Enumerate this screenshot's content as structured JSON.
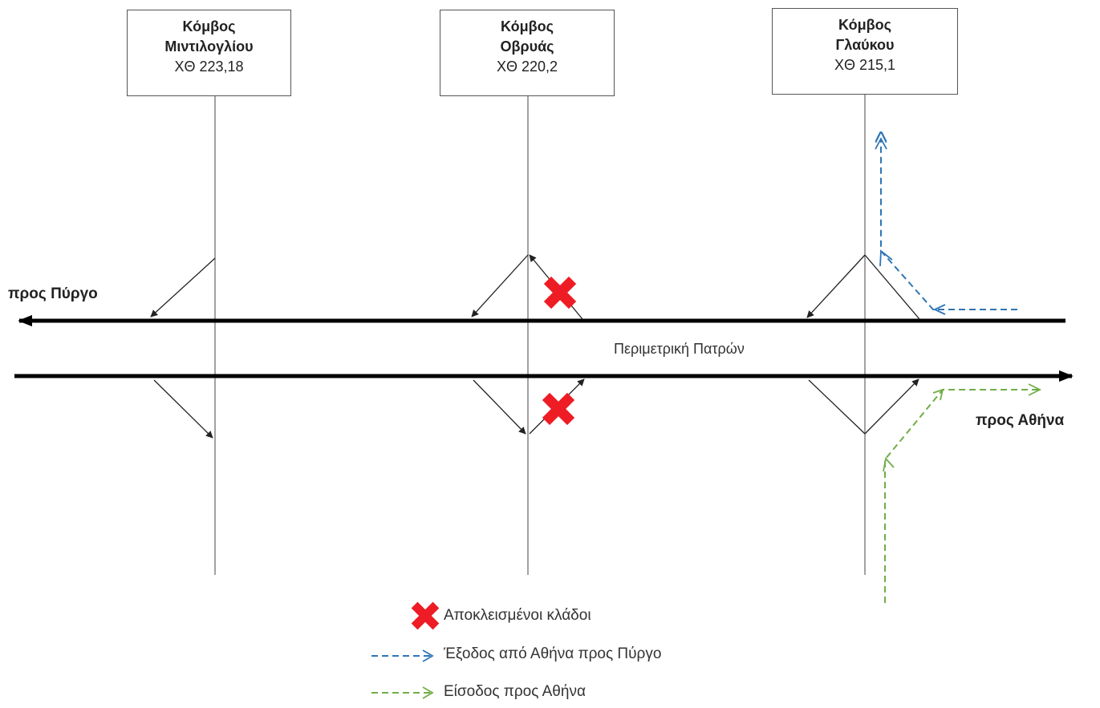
{
  "nodes": [
    {
      "name_line1": "Κόμβος",
      "name_line2": "Μιντιλογλίου",
      "chainage": "ΧΘ 223,18"
    },
    {
      "name_line1": "Κόμβος",
      "name_line2": "Οβρυάς",
      "chainage": "ΧΘ 220,2"
    },
    {
      "name_line1": "Κόμβος",
      "name_line2": "Γλαύκου",
      "chainage": "ΧΘ 215,1"
    }
  ],
  "road": {
    "name": "Περιμετρική Πατρών",
    "to_pyrgos": "προς Πύργο",
    "to_athina": "προς Αθήνα"
  },
  "legend": {
    "closed_branches": "Αποκλεισμένοι κλάδοι",
    "exit_from_athens": "Έξοδος από Αθήνα προς Πύργο",
    "entry_to_athens": "Είσοδος προς Αθήνα"
  },
  "colors": {
    "closed": "#ee1c24",
    "exit_route": "#2e75b6",
    "entry_route": "#70ad47",
    "road": "#000000",
    "crossroad": "#8a8a8a"
  }
}
